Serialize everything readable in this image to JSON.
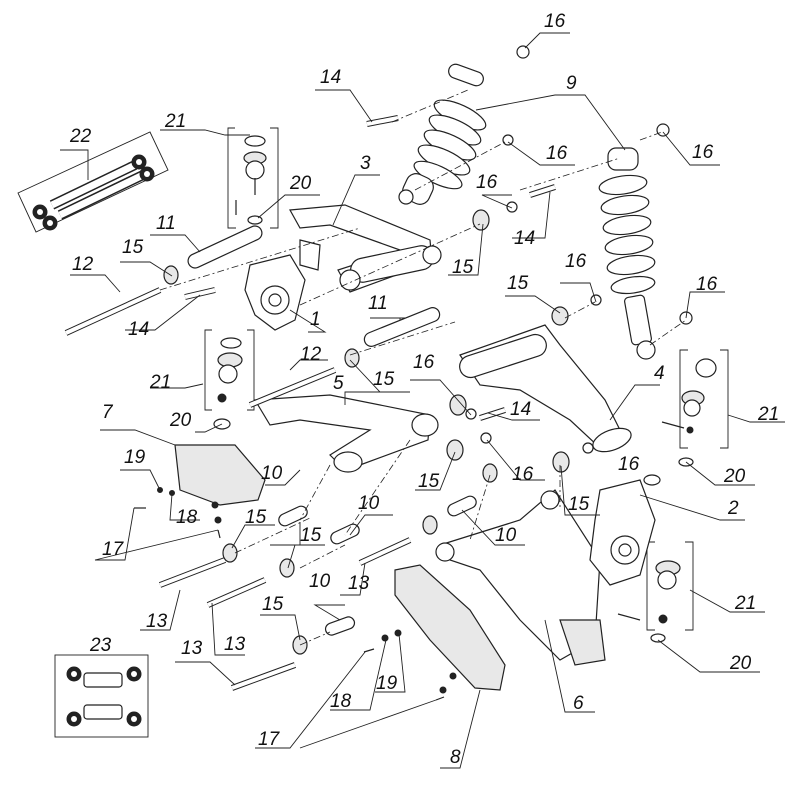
{
  "diagram": {
    "callouts": [
      {
        "id": "c16a",
        "text": "16"
      },
      {
        "id": "c14a",
        "text": "14"
      },
      {
        "id": "c9",
        "text": "9"
      },
      {
        "id": "c21a",
        "text": "21"
      },
      {
        "id": "c22",
        "text": "22"
      },
      {
        "id": "c16b",
        "text": "16"
      },
      {
        "id": "c16c",
        "text": "16"
      },
      {
        "id": "c3",
        "text": "3"
      },
      {
        "id": "c20a",
        "text": "20"
      },
      {
        "id": "c16d",
        "text": "16"
      },
      {
        "id": "c14b",
        "text": "14"
      },
      {
        "id": "c11a",
        "text": "11"
      },
      {
        "id": "c15a",
        "text": "15"
      },
      {
        "id": "c12a",
        "text": "12"
      },
      {
        "id": "c15b",
        "text": "15"
      },
      {
        "id": "c16e",
        "text": "16"
      },
      {
        "id": "c15c",
        "text": "15"
      },
      {
        "id": "c16f",
        "text": "16"
      },
      {
        "id": "c11b",
        "text": "11"
      },
      {
        "id": "c14c",
        "text": "14"
      },
      {
        "id": "c1",
        "text": "1"
      },
      {
        "id": "c12b",
        "text": "12"
      },
      {
        "id": "c16g",
        "text": "16"
      },
      {
        "id": "c21b",
        "text": "21"
      },
      {
        "id": "c5",
        "text": "5"
      },
      {
        "id": "c15d",
        "text": "15"
      },
      {
        "id": "c4",
        "text": "4"
      },
      {
        "id": "c14d",
        "text": "14"
      },
      {
        "id": "c21c",
        "text": "21"
      },
      {
        "id": "c7",
        "text": "7"
      },
      {
        "id": "c20b",
        "text": "20"
      },
      {
        "id": "c16h",
        "text": "16"
      },
      {
        "id": "c19a",
        "text": "19"
      },
      {
        "id": "c10a",
        "text": "10"
      },
      {
        "id": "c16i",
        "text": "16"
      },
      {
        "id": "c20c",
        "text": "20"
      },
      {
        "id": "c15e",
        "text": "15"
      },
      {
        "id": "c18a",
        "text": "18"
      },
      {
        "id": "c15f",
        "text": "15"
      },
      {
        "id": "c10b",
        "text": "10"
      },
      {
        "id": "c15g",
        "text": "15"
      },
      {
        "id": "c2",
        "text": "2"
      },
      {
        "id": "c17a",
        "text": "17"
      },
      {
        "id": "c15h",
        "text": "15"
      },
      {
        "id": "c10c",
        "text": "10"
      },
      {
        "id": "c13a",
        "text": "13"
      },
      {
        "id": "c10d",
        "text": "10"
      },
      {
        "id": "c13b",
        "text": "13"
      },
      {
        "id": "c13c",
        "text": "13"
      },
      {
        "id": "c15i",
        "text": "15"
      },
      {
        "id": "c21d",
        "text": "21"
      },
      {
        "id": "c23",
        "text": "23"
      },
      {
        "id": "c13d",
        "text": "13"
      },
      {
        "id": "c20d",
        "text": "20"
      },
      {
        "id": "c18b",
        "text": "18"
      },
      {
        "id": "c19b",
        "text": "19"
      },
      {
        "id": "c6",
        "text": "6"
      },
      {
        "id": "c17b",
        "text": "17"
      },
      {
        "id": "c8",
        "text": "8"
      }
    ]
  }
}
